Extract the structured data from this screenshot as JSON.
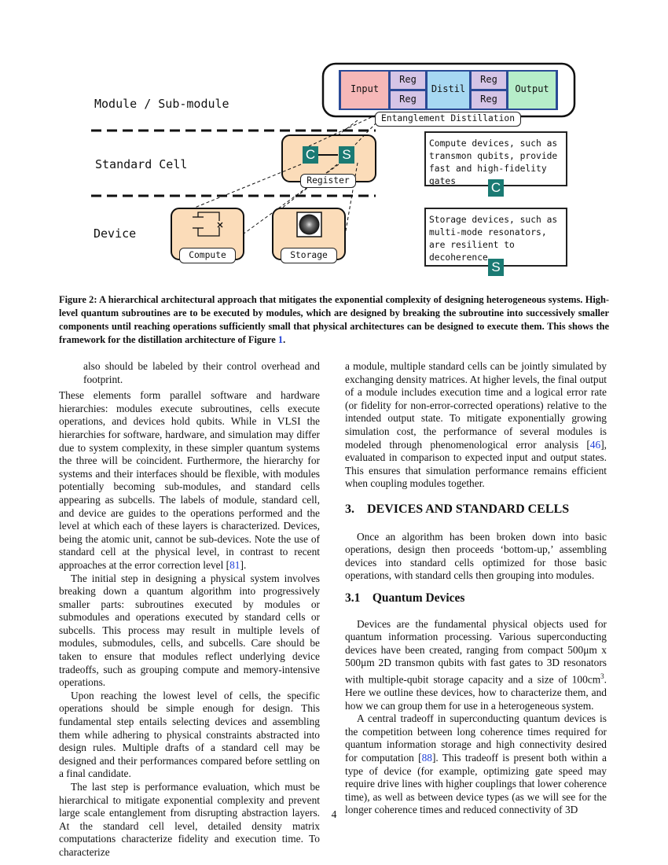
{
  "figure": {
    "layers": {
      "module": "Module / Sub-module",
      "standard_cell": "Standard Cell",
      "device": "Device"
    },
    "module_blocks": {
      "input": "Input",
      "reg_top_left": "Reg",
      "reg_bottom_left": "Reg",
      "distil": "Distil",
      "reg_top_right": "Reg",
      "reg_bottom_right": "Reg",
      "output": "Output",
      "module_tag": "Entanglement Distillation"
    },
    "cell": {
      "compute_letter": "C",
      "storage_letter": "S",
      "cell_tag": "Register"
    },
    "devices": {
      "compute_tag": "Compute",
      "storage_tag": "Storage"
    },
    "callouts": {
      "compute_text": "Compute devices, such as transmon qubits, provide fast and high-fidelity gates",
      "compute_letter": "C",
      "storage_text": "Storage devices, such as multi-mode resonators, are resilient to decoherence",
      "storage_letter": "S"
    },
    "colors": {
      "teal": "#1a7a73",
      "input_fill": "#f6b8b8",
      "reg_fill": "#d5c4e6",
      "distil_fill": "#a7d8f2",
      "output_fill": "#b6edc9",
      "module_frame": "#2a4a96",
      "cell_fill": "#fbdcb9"
    }
  },
  "caption": {
    "text": "Figure 2: A hierarchical architectural approach that mitigates the exponential complexity of designing heterogeneous systems. High-level quantum subroutines are to be executed by modules, which are designed by breaking the subroutine into successively smaller components until reaching operations sufficiently small that physical architectures can be designed to execute them. This shows the framework for the distillation architecture of Figure ",
    "link": "1",
    "end": "."
  },
  "left_col": {
    "p0": "also should be labeled by their control overhead and footprint.",
    "p1a": "These elements form parallel software and hardware hierarchies: modules execute subroutines, cells execute operations, and devices hold qubits. While in VLSI the hierarchies for software, hardware, and simulation may differ due to system complexity, in these simpler quantum systems the three will be coincident. Furthermore, the hierarchy for systems and their interfaces should be flexible, with modules potentially becoming sub-modules, and standard cells appearing as subcells. The labels of module, standard cell, and device are guides to the operations performed and the level at which each of these layers is characterized. Devices, being the atomic unit, cannot be sub-devices. Note the use of standard cell at the physical level, in contrast to recent approaches at the error correction level [",
    "p1_ref": "81",
    "p1b": "].",
    "p2": "The initial step in designing a physical system involves breaking down a quantum algorithm into progressively smaller parts: subroutines executed by modules or submodules and operations executed by standard cells or subcells. This process may result in multiple levels of modules, submodules, cells, and subcells. Care should be taken to ensure that modules reflect underlying device tradeoffs, such as grouping compute and memory-intensive operations.",
    "p3": "Upon reaching the lowest level of cells, the specific operations should be simple enough for design. This fundamental step entails selecting devices and assembling them while adhering to physical constraints abstracted into design rules. Multiple drafts of a standard cell may be designed and their performances compared before settling on a final candidate.",
    "p4": "The last step is performance evaluation, which must be hierarchical to mitigate exponential complexity and prevent large scale entanglement from disrupting abstraction layers. At the standard cell level, detailed density matrix computations characterize fidelity and execution time. To characterize"
  },
  "right_col": {
    "p0a": "a module, multiple standard cells can be jointly simulated by exchanging density matrices. At higher levels, the final output of a module includes execution time and a logical error rate (or fidelity for non-error-corrected operations) relative to the intended output state. To mitigate exponentially growing simulation cost, the performance of several modules is modeled through phenomenological error analysis [",
    "p0_ref": "46",
    "p0b": "], evaluated in comparison to expected input and output states. This ensures that simulation performance remains efficient when coupling modules together.",
    "section_title": "3.    DEVICES AND STANDARD CELLS",
    "p1": "Once an algorithm has been broken down into basic operations, design then proceeds ‘bottom-up,’ assembling devices into standard cells optimized for those basic operations, with standard cells then grouping into modules.",
    "subsection_title": "3.1    Quantum Devices",
    "p2a": "Devices are the fundamental physical objects used for quantum information processing. Various superconducting devices have been created, ranging from compact 500μm x 500μm 2D transmon qubits with fast gates to 3D resonators with multiple-qubit storage capacity and a size of 100cm",
    "p2_sup": "3",
    "p2b": ". Here we outline these devices, how to characterize them, and how we can group them for use in a heterogeneous system.",
    "p3a": "A central tradeoff in superconducting quantum devices is the competition between long coherence times required for quantum information storage and high connectivity desired for computation [",
    "p3_ref": "88",
    "p3b": "]. This tradeoff is present both within a type of device (for example, optimizing gate speed may require drive lines with higher couplings that lower coherence time), as well as between device types (as we will see for the longer coherence times and reduced connectivity of 3D"
  },
  "page_number": "4"
}
